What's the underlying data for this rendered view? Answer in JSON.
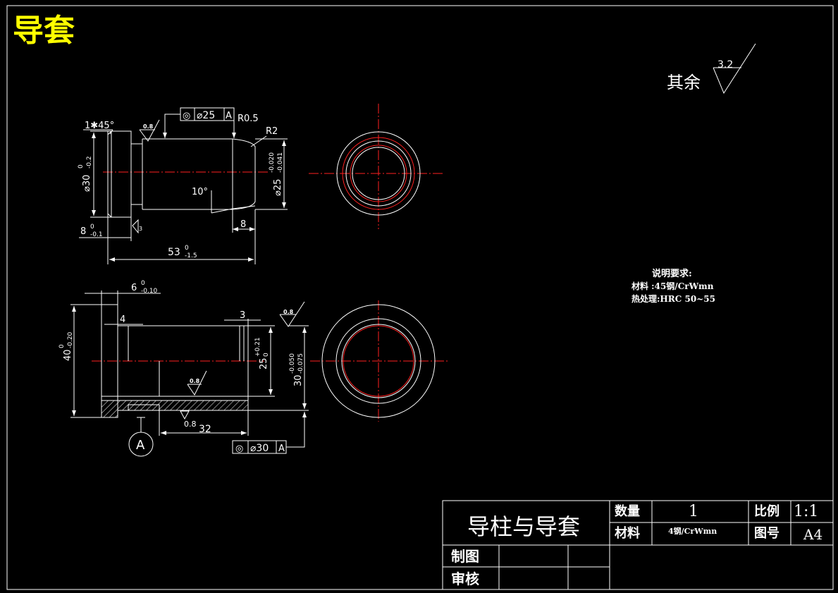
{
  "title": "导套",
  "roughness_note": {
    "label": "其余",
    "value": "3.2"
  },
  "notes": {
    "heading": "说明要求:",
    "material": "材料 :45钢/CrWmn",
    "heat_treatment": "热处理:HRC 50~55"
  },
  "upper_part": {
    "chamfer": "1✱45°",
    "roughness": "0.8",
    "tolerance_sym": "◎",
    "tolerance_dia": "⌀25",
    "datum_ref": "A",
    "radius_small": "R0.5",
    "radius_large": "R2",
    "dia_left": "⌀30",
    "dia_left_tol_upper": "0",
    "dia_left_tol_lower": "-0.2",
    "dia_right": "⌀25",
    "dia_right_tol_upper": "-0.020",
    "dia_right_tol_lower": "-0.041",
    "angle": "10°",
    "len_left": "8",
    "len_left_tol_upper": "0",
    "len_left_tol_lower": "-0.1",
    "len_right": "8",
    "total_len": "53",
    "total_len_tol_upper": "0",
    "total_len_tol_lower": "-1.5",
    "roughness_small": "3"
  },
  "lower_part": {
    "flange": "6",
    "flange_tol_upper": "0",
    "flange_tol_lower": "-0.10",
    "step": "4",
    "groove": "3",
    "roughness_top": "0.8",
    "roughness_mid": "0.8",
    "roughness_bottom": "0.8",
    "dia_outer": "40",
    "dia_outer_tol_upper": "0",
    "dia_outer_tol_lower": "-0.20",
    "dia_bore": "25",
    "dia_bore_tol_upper": "+0.21",
    "dia_bore_tol_lower": "0",
    "dia_body": "30",
    "dia_body_tol_upper": "-0.050",
    "dia_body_tol_lower": "-0.075",
    "len_32": "32",
    "datum": "A",
    "tolerance_sym": "◎",
    "tolerance_dia": "⌀30",
    "datum_ref": "A"
  },
  "title_block": {
    "name": "导柱与导套",
    "qty_label": "数量",
    "qty_value": "1",
    "scale_label": "比例",
    "scale_value": "1:1",
    "material_label": "材料",
    "material_value": "4钢/CrWmn",
    "drawing_no_label": "图号",
    "drawing_no_value": "A4",
    "drawn_label": "制图",
    "checked_label": "审核"
  },
  "colors": {
    "background": "#000000",
    "outline": "#ffffff",
    "centerline": "#ff2020",
    "title": "#ffff00"
  }
}
